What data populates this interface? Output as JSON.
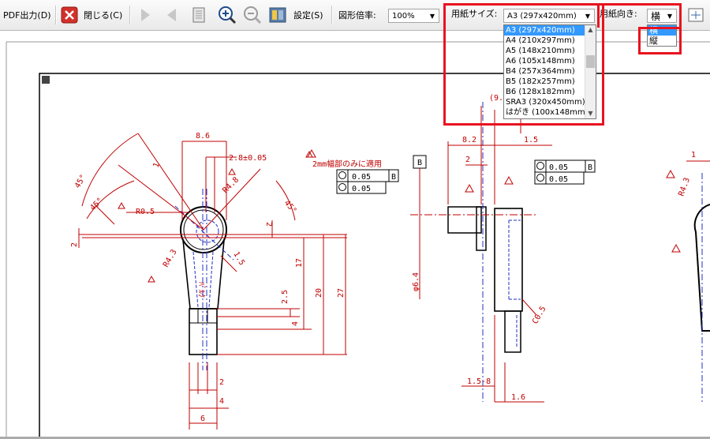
{
  "toolbar": {
    "pdf_output": "PDF出力(D)",
    "close": "閉じる(C)",
    "settings": "設定(S)",
    "zoom_label": "図形倍率:",
    "zoom_value": "100%",
    "paper_size_label": "用紙サイズ:",
    "paper_size_value": "A3 (297x420mm)",
    "orientation_label": "用紙向き:",
    "orientation_value": "横"
  },
  "paper_size_options": [
    "A3 (297x420mm)",
    "A4 (210x297mm)",
    "A5 (148x210mm)",
    "A6 (105x148mm)",
    "B4 (257x364mm)",
    "B5 (182x257mm)",
    "B6 (128x182mm)",
    "SRA3 (320x450mm)",
    "はがき (100x148mm)"
  ],
  "orientation_options": [
    "横",
    "縦"
  ],
  "drawing": {
    "dims": {
      "d86": "8.6",
      "d28": "2.8±0.05",
      "angle45a": "45°",
      "angle45b": "45°",
      "angle45c": "45°",
      "r05": "R0.5",
      "r48": "R4.8",
      "r43": "R4.3",
      "d2a": "2",
      "d2b": "2",
      "d15": "1.5",
      "d17": "17",
      "d20": "20",
      "d27": "27",
      "d25": "2.5",
      "d4a": "4",
      "d2c": "2",
      "d4b": "4",
      "d6": "6",
      "d82": "8.2",
      "d15b": "1.5",
      "d2d": "2",
      "d96": "(9.6",
      "phi64": "φ6.4",
      "c05": "C0.5",
      "d158": "1.5-8",
      "d16": "1.6",
      "d1": "1",
      "r43b": "R4.3",
      "note": "2mm幅部のみに適用",
      "datum": "B",
      "tol1": "0.05",
      "tol2": "0.05",
      "tol3": "0.05",
      "tol4": "0.05",
      "tolB1": "B",
      "tolB2": "B",
      "tri": "1"
    }
  }
}
